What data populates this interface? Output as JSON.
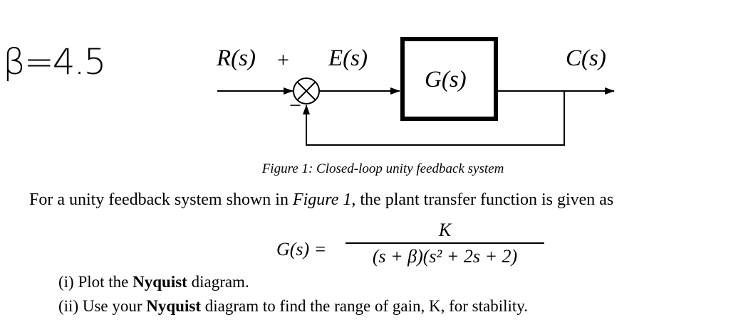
{
  "annotation": {
    "handwritten": "β=4.5"
  },
  "diagram": {
    "input_label": "R(s)",
    "plus_sign": "+",
    "minus_sign": "−",
    "error_label": "E(s)",
    "block_label": "G(s)",
    "output_label": "C(s)"
  },
  "caption": "Figure 1: Closed-loop unity feedback system",
  "problem": {
    "intro_before": "For a unity feedback system shown in ",
    "intro_ref": "Figure 1",
    "intro_after": ", the plant transfer function is given as",
    "equation": {
      "lhs": "G(s) =",
      "numerator": "K",
      "denominator": "(s + β)(s² + 2s + 2)"
    },
    "tasks": [
      {
        "prefix": "(i) Plot the ",
        "bold": "Nyquist",
        "suffix": " diagram."
      },
      {
        "prefix": "(ii) Use your ",
        "bold": "Nyquist",
        "suffix": " diagram to find the range of gain, K, for stability."
      }
    ]
  }
}
